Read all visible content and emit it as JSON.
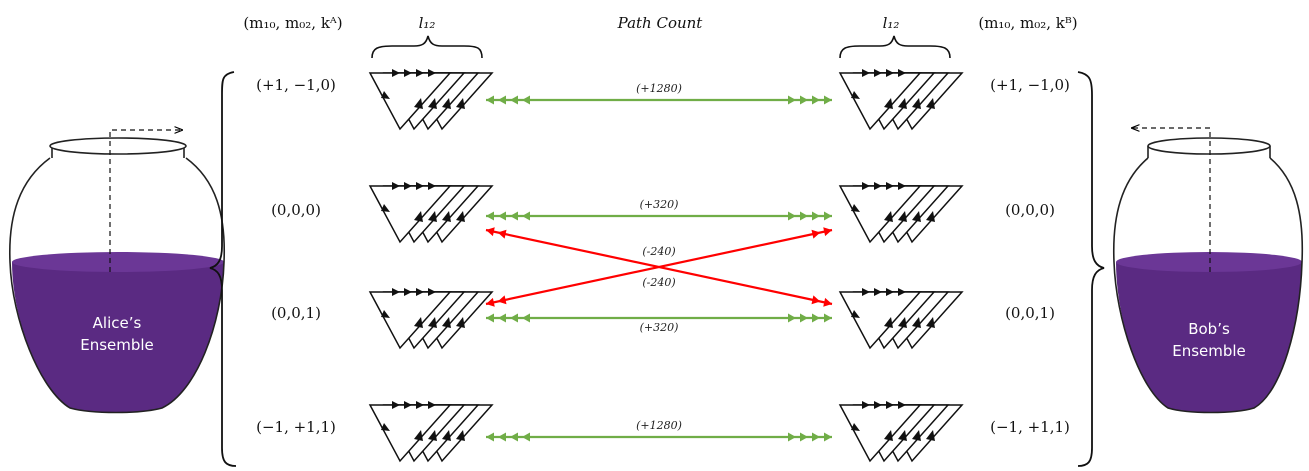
{
  "headers": {
    "left_tuple": "(m₁₀, m₀₂, kᴬ)",
    "left_l": "l₁₂",
    "path_count": "Path Count",
    "right_l": "l₁₂",
    "right_tuple": "(m₁₀, m₀₂, kᴮ)"
  },
  "jars": {
    "alice": {
      "line1": "Alice’s",
      "line2": "Ensemble"
    },
    "bob": {
      "line1": "Bob’s",
      "line2": "Ensemble"
    }
  },
  "colors": {
    "liquid": "#5a2a82",
    "liquid_top": "#6b3796",
    "positive_arrow": "#70ad47",
    "negative_arrow": "#ff0000"
  },
  "rows": [
    {
      "left_state": "(+1, −1,0)",
      "right_state": "(+1, −1,0)"
    },
    {
      "left_state": "(0,0,0)",
      "right_state": "(0,0,0)"
    },
    {
      "left_state": "(0,0,1)",
      "right_state": "(0,0,1)"
    },
    {
      "left_state": "(−1, +1,1)",
      "right_state": "(−1, +1,1)"
    }
  ],
  "connections": [
    {
      "from_row": 0,
      "to_row": 0,
      "count": "(+1280)",
      "sign": "positive"
    },
    {
      "from_row": 1,
      "to_row": 1,
      "count": "(+320)",
      "sign": "positive"
    },
    {
      "from_row": 2,
      "to_row": 1,
      "count": "(-240)",
      "sign": "negative"
    },
    {
      "from_row": 1,
      "to_row": 2,
      "count": "(-240)",
      "sign": "negative"
    },
    {
      "from_row": 2,
      "to_row": 2,
      "count": "(+320)",
      "sign": "positive"
    },
    {
      "from_row": 3,
      "to_row": 3,
      "count": "(+1280)",
      "sign": "positive"
    }
  ]
}
